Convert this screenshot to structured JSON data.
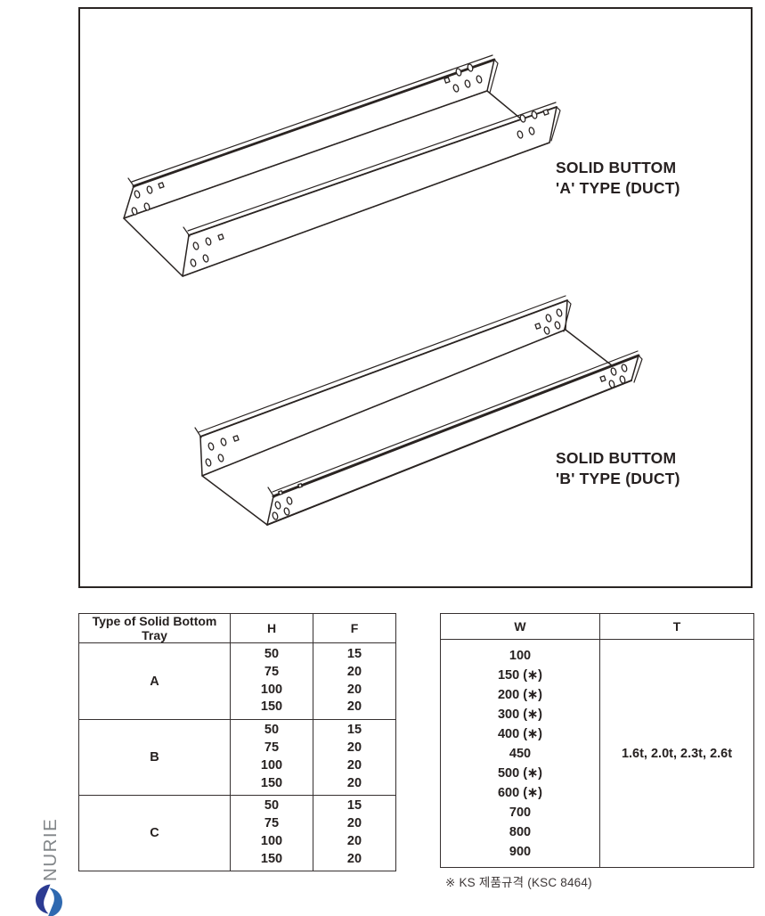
{
  "diagram": {
    "label_a": [
      "SOLID BUTTOM",
      "'A' TYPE (DUCT)"
    ],
    "label_b": [
      "SOLID BUTTOM",
      "'B' TYPE (DUCT)"
    ]
  },
  "spec_table": {
    "headers": [
      "Type of Solid Bottom Tray",
      "H",
      "F"
    ],
    "rows": [
      {
        "type": "A",
        "h": [
          "50",
          "75",
          "100",
          "150"
        ],
        "f": [
          "15",
          "20",
          "20",
          "20"
        ]
      },
      {
        "type": "B",
        "h": [
          "50",
          "75",
          "100",
          "150"
        ],
        "f": [
          "15",
          "20",
          "20",
          "20"
        ]
      },
      {
        "type": "C",
        "h": [
          "50",
          "75",
          "100",
          "150"
        ],
        "f": [
          "15",
          "20",
          "20",
          "20"
        ]
      }
    ]
  },
  "dim_table": {
    "headers": [
      "W",
      "T"
    ],
    "w_values": [
      "100",
      "150 (∗)",
      "200 (∗)",
      "300 (∗)",
      "400 (∗)",
      "450",
      "500 (∗)",
      "600 (∗)",
      "700",
      "800",
      "900"
    ],
    "t_value": "1.6t, 2.0t, 2.3t, 2.6t"
  },
  "footnote": "※ KS 제품규격 (KSC 8464)",
  "branding": {
    "name": "NURIE"
  },
  "colors": {
    "ink": "#2a2422",
    "logo_dark_blue": "#2c3b92",
    "logo_blue": "#2f69b0",
    "brand_gray": "#83878a"
  }
}
